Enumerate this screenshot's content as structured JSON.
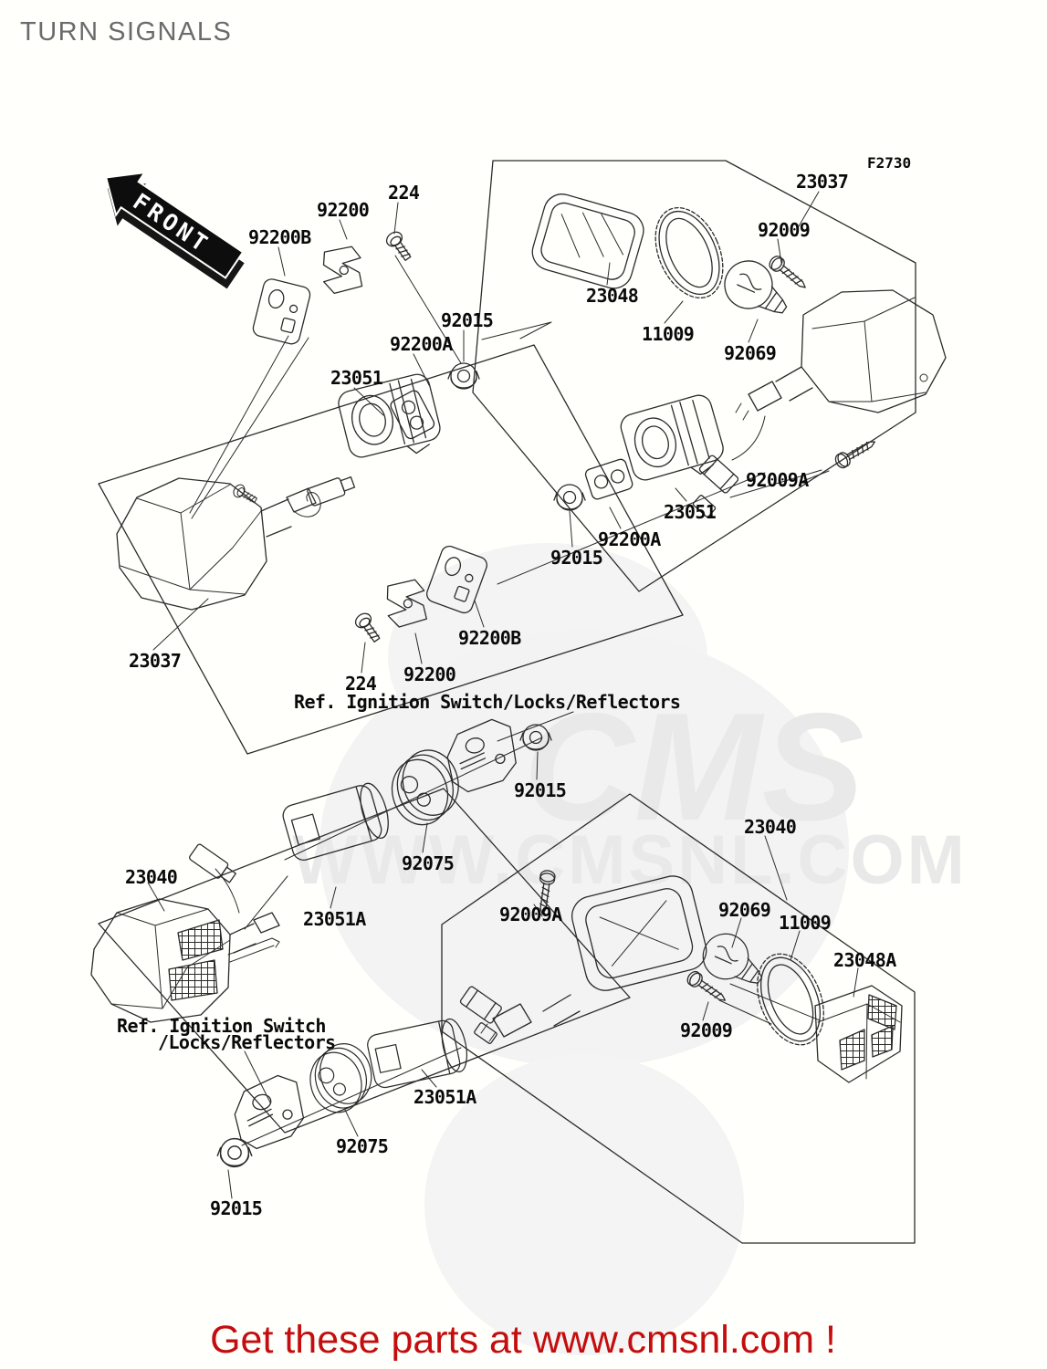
{
  "page": {
    "title": "TURN SIGNALS",
    "diagram_code": "F2730"
  },
  "front_marker": {
    "label": "FRONT"
  },
  "watermark": {
    "logo": "CMS",
    "url": "WWW.CMSNL.COM"
  },
  "footer": {
    "text": "Get these parts at www.cmsnl.com !",
    "color": "#c40d0e"
  },
  "colors": {
    "background": "#fffffb",
    "line": "#2b2b2b",
    "label": "#0a0a0a",
    "title": "#6b6b6d",
    "watermark": "#e9e9e9"
  },
  "labels": [
    {
      "text": "224"
    },
    {
      "text": "92200"
    },
    {
      "text": "92200B"
    },
    {
      "text": "92015"
    },
    {
      "text": "92200A"
    },
    {
      "text": "23051"
    },
    {
      "text": "23048"
    },
    {
      "text": "11009"
    },
    {
      "text": "92069"
    },
    {
      "text": "92009"
    },
    {
      "text": "23037"
    },
    {
      "text": "F2730"
    },
    {
      "text": "92009A"
    },
    {
      "text": "23051"
    },
    {
      "text": "92200A"
    },
    {
      "text": "92015"
    },
    {
      "text": "92200B"
    },
    {
      "text": "92200"
    },
    {
      "text": "224"
    },
    {
      "text": "23037"
    },
    {
      "text": "Ref. Ignition Switch/Locks/Reflectors"
    },
    {
      "text": "92015"
    },
    {
      "text": "92075"
    },
    {
      "text": "23040"
    },
    {
      "text": "23051A"
    },
    {
      "text": "92009A"
    },
    {
      "text": "23040"
    },
    {
      "text": "92069"
    },
    {
      "text": "11009"
    },
    {
      "text": "23048A"
    },
    {
      "text": "92009"
    },
    {
      "text": "23051A"
    },
    {
      "text": "92075"
    },
    {
      "text": "92015"
    },
    {
      "text": "Ref. Ignition Switch"
    },
    {
      "text": "/Locks/Reflectors"
    }
  ]
}
